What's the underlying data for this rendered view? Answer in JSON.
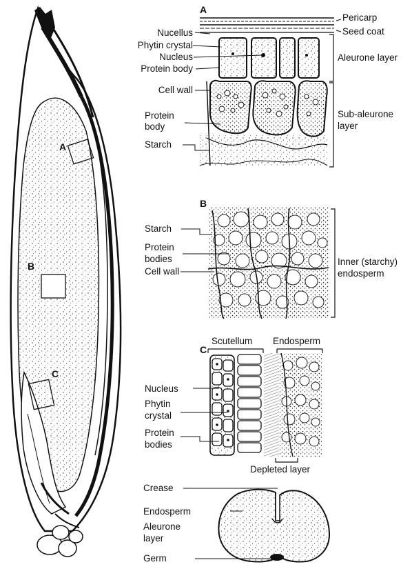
{
  "grain_markers": {
    "a": "A",
    "b": "B",
    "c": "C"
  },
  "panel_a": {
    "letter": "A",
    "left_labels": {
      "nucellus": "Nucellus",
      "phytin_crystal": "Phytin crystal",
      "nucleus": "Nucleus",
      "protein_body": "Protein body",
      "cell_wall": "Cell wall",
      "protein_body_2": [
        "Protein",
        "body"
      ],
      "starch": "Starch"
    },
    "right_labels": {
      "pericarp": "Pericarp",
      "seed_coat": "Seed coat",
      "aleurone_layer": "Aleurone layer",
      "sub_aleurone_layer": [
        "Sub-aleurone",
        "layer"
      ]
    }
  },
  "panel_b": {
    "letter": "B",
    "left_labels": {
      "starch": "Starch",
      "protein_bodies": [
        "Protein",
        "bodies"
      ],
      "cell_wall": "Cell wall"
    },
    "right_labels": {
      "inner_endosperm": [
        "Inner (starchy)",
        "endosperm"
      ]
    }
  },
  "panel_c": {
    "letter": "C",
    "top_labels": {
      "scutellum": "Scutellum",
      "endosperm": "Endosperm"
    },
    "left_labels": {
      "nucleus": "Nucleus",
      "phytin_crystal": [
        "Phytin",
        "crystal"
      ],
      "protein_bodies": [
        "Protein",
        "bodies"
      ]
    },
    "bottom_label": "Depleted layer"
  },
  "cross_section": {
    "labels": {
      "crease": "Crease",
      "endosperm": "Endosperm",
      "aleurone_layer": [
        "Aleurone",
        "layer"
      ],
      "germ": "Germ"
    }
  }
}
